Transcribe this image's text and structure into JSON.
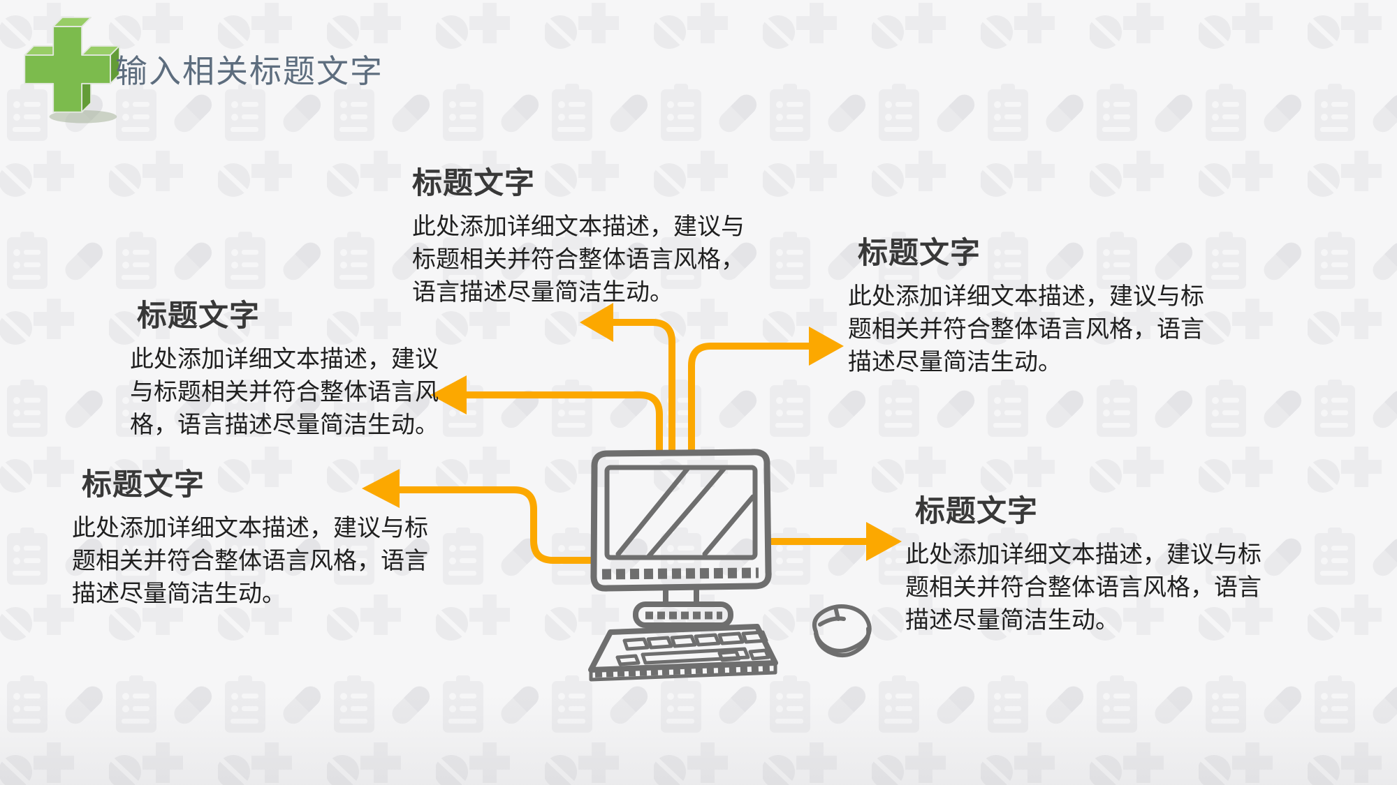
{
  "slide": {
    "title": "输入相关标题文字",
    "colors": {
      "background": "#f6f6f7",
      "pattern_icon": "#ececee",
      "arrow_orange": "#fca800",
      "sketch_gray": "#6e6e6e",
      "title_gray_blue": "#5d6d7e",
      "block_title": "#383838",
      "body_text": "#1f1f1f",
      "cross_green_front": "#7cbb4d",
      "cross_green_light": "#98cd66",
      "cross_green_dark": "#639c37"
    }
  },
  "icons": {
    "header_icon": "green-3d-medical-cross-icon",
    "center_illustration": "hand-drawn-desktop-computer-icon",
    "mouse_illustration": "hand-drawn-mouse-icon",
    "background_pattern": [
      "plus-icon",
      "round-pill-icon",
      "capsule-icon",
      "clipboard-icon"
    ],
    "connectors": "orange-elbow-arrows"
  },
  "blocks": {
    "top_center": {
      "title": "标题文字",
      "body": "此处添加详细文本描述，建议与\n标题相关并符合整体语言风格，\n语言描述尽量简洁生动。"
    },
    "mid_left": {
      "title": "标题文字",
      "body": "此处添加详细文本描述，建议\n与标题相关并符合整体语言风\n格，语言描述尽量简洁生动。"
    },
    "bottom_left": {
      "title": "标题文字",
      "body": "此处添加详细文本描述，建议与标\n题相关并符合整体语言风格，语言\n描述尽量简洁生动。"
    },
    "top_right": {
      "title": "标题文字",
      "body": "此处添加详细文本描述，建议与标\n题相关并符合整体语言风格，语言\n描述尽量简洁生动。"
    },
    "bottom_right": {
      "title": "标题文字",
      "body": "此处添加详细文本描述，建议与标\n题相关并符合整体语言风格，语言\n描述尽量简洁生动。"
    }
  }
}
